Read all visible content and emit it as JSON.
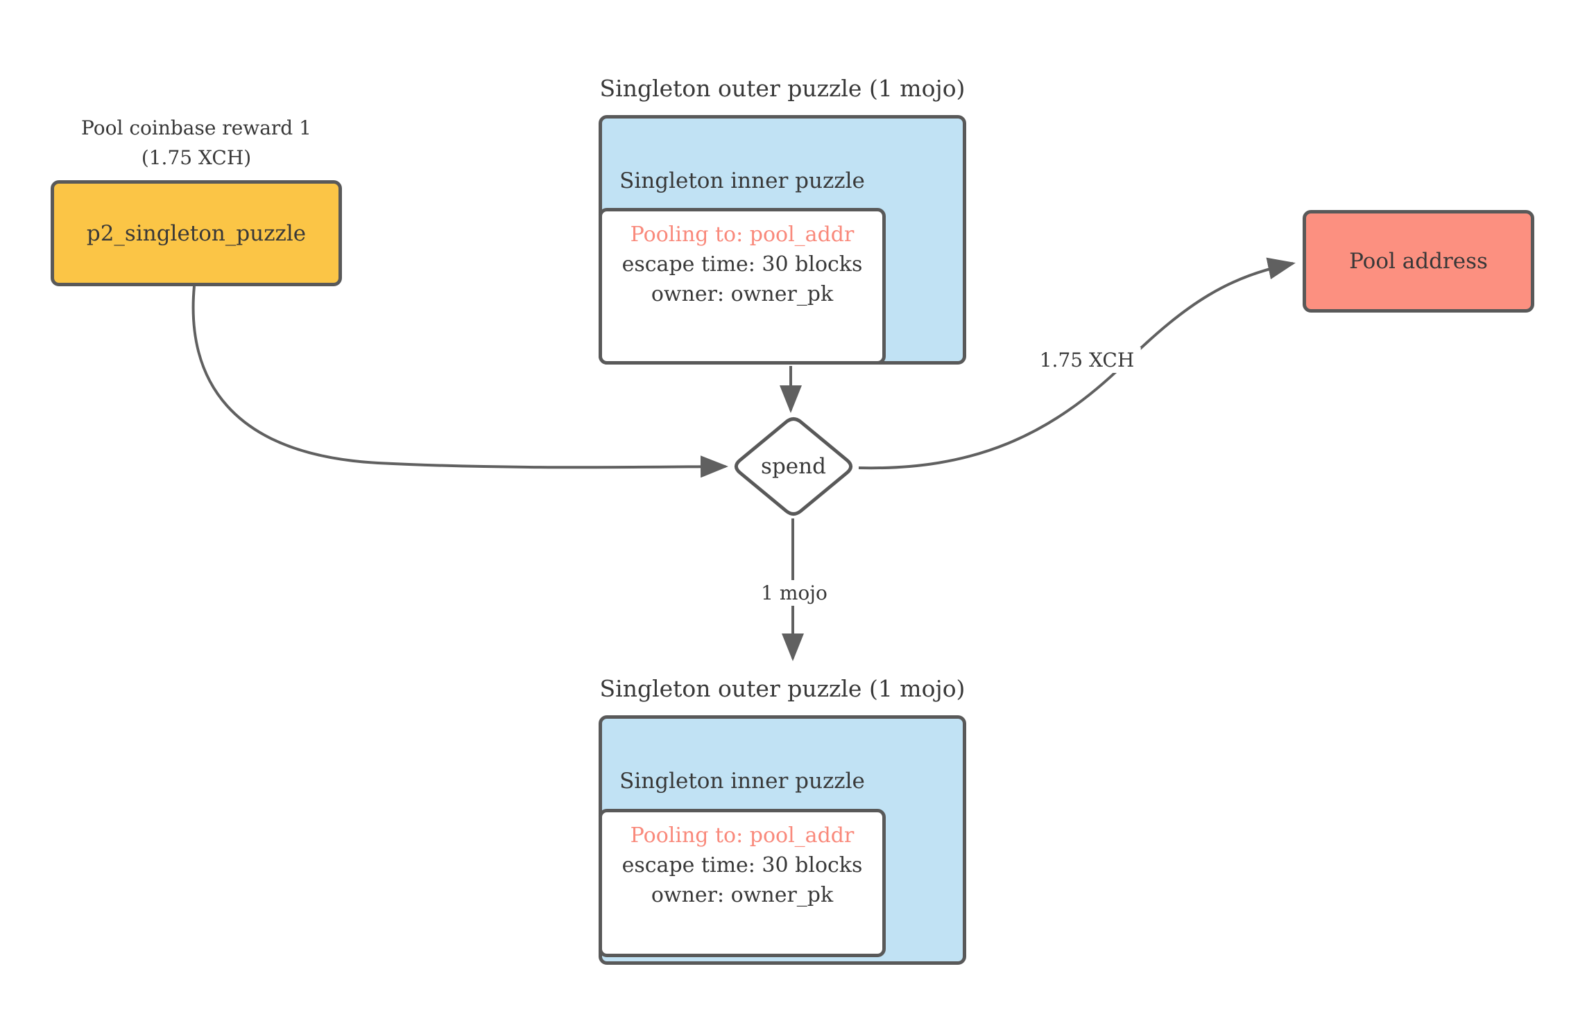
{
  "colors": {
    "coinbase_fill": "#FBC546",
    "singleton_fill": "#C1E2F4",
    "pool_fill": "#FC9080",
    "box_border": "#595959",
    "connector": "#606060",
    "pooling_text": "#F9897B",
    "text": "#383838"
  },
  "coinbase": {
    "caption_line1": "Pool coinbase reward 1",
    "caption_line2": "(1.75 XCH)",
    "box_label": "p2_singleton_puzzle"
  },
  "singleton_top": {
    "title": "Singleton outer puzzle (1 mojo)",
    "inner_title": "Singleton inner puzzle",
    "state": {
      "pooling": "Pooling to: pool_addr",
      "escape": "escape time: 30 blocks",
      "owner": "owner: owner_pk"
    }
  },
  "singleton_bottom": {
    "title": "Singleton outer puzzle (1 mojo)",
    "inner_title": "Singleton inner puzzle",
    "state": {
      "pooling": "Pooling to: pool_addr",
      "escape": "escape time: 30 blocks",
      "owner": "owner: owner_pk"
    }
  },
  "spend": {
    "label": "spend"
  },
  "pool": {
    "label": "Pool address"
  },
  "edges": {
    "spend_to_pool_label": "1.75 XCH",
    "spend_to_singleton_label": "1 mojo"
  }
}
